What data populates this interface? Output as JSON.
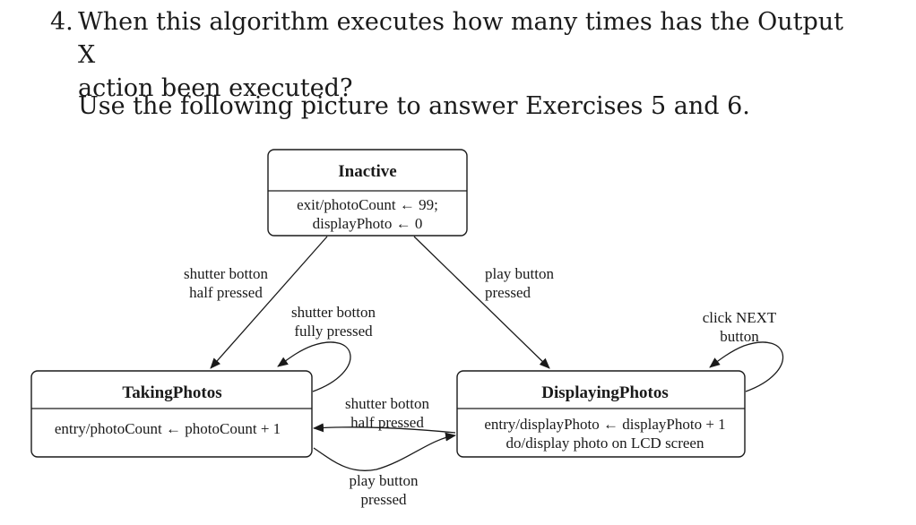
{
  "exercise4": {
    "number": "4.",
    "line1": "When this algorithm executes how many times has the Output X",
    "line2": "action been executed?"
  },
  "instruction": "Use the following picture to answer Exercises 5 and 6.",
  "diagram": {
    "states": {
      "inactive": {
        "name": "Inactive",
        "body1": "exit/photoCount ← 99;",
        "body2": "displayPhoto ← 0"
      },
      "taking": {
        "name": "TakingPhotos",
        "body1": "entry/photoCount ← photoCount + 1"
      },
      "displaying": {
        "name": "DisplayingPhotos",
        "body1": "entry/displayPhoto ← displayPhoto + 1",
        "body2": "do/display photo on LCD screen"
      }
    },
    "transitions": {
      "inactive_to_taking": {
        "l1": "shutter botton",
        "l2": "half pressed"
      },
      "taking_self": {
        "l1": "shutter botton",
        "l2": "fully pressed"
      },
      "inactive_to_displaying": {
        "l1": "play button",
        "l2": "pressed"
      },
      "displaying_self": {
        "l1": "click NEXT",
        "l2": "button"
      },
      "displaying_to_taking": {
        "l1": "shutter botton",
        "l2": "half pressed"
      },
      "taking_to_displaying": {
        "l1": "play button",
        "l2": "pressed"
      }
    }
  },
  "colors": {
    "ink": "#1a1a1a",
    "background": "#ffffff"
  }
}
